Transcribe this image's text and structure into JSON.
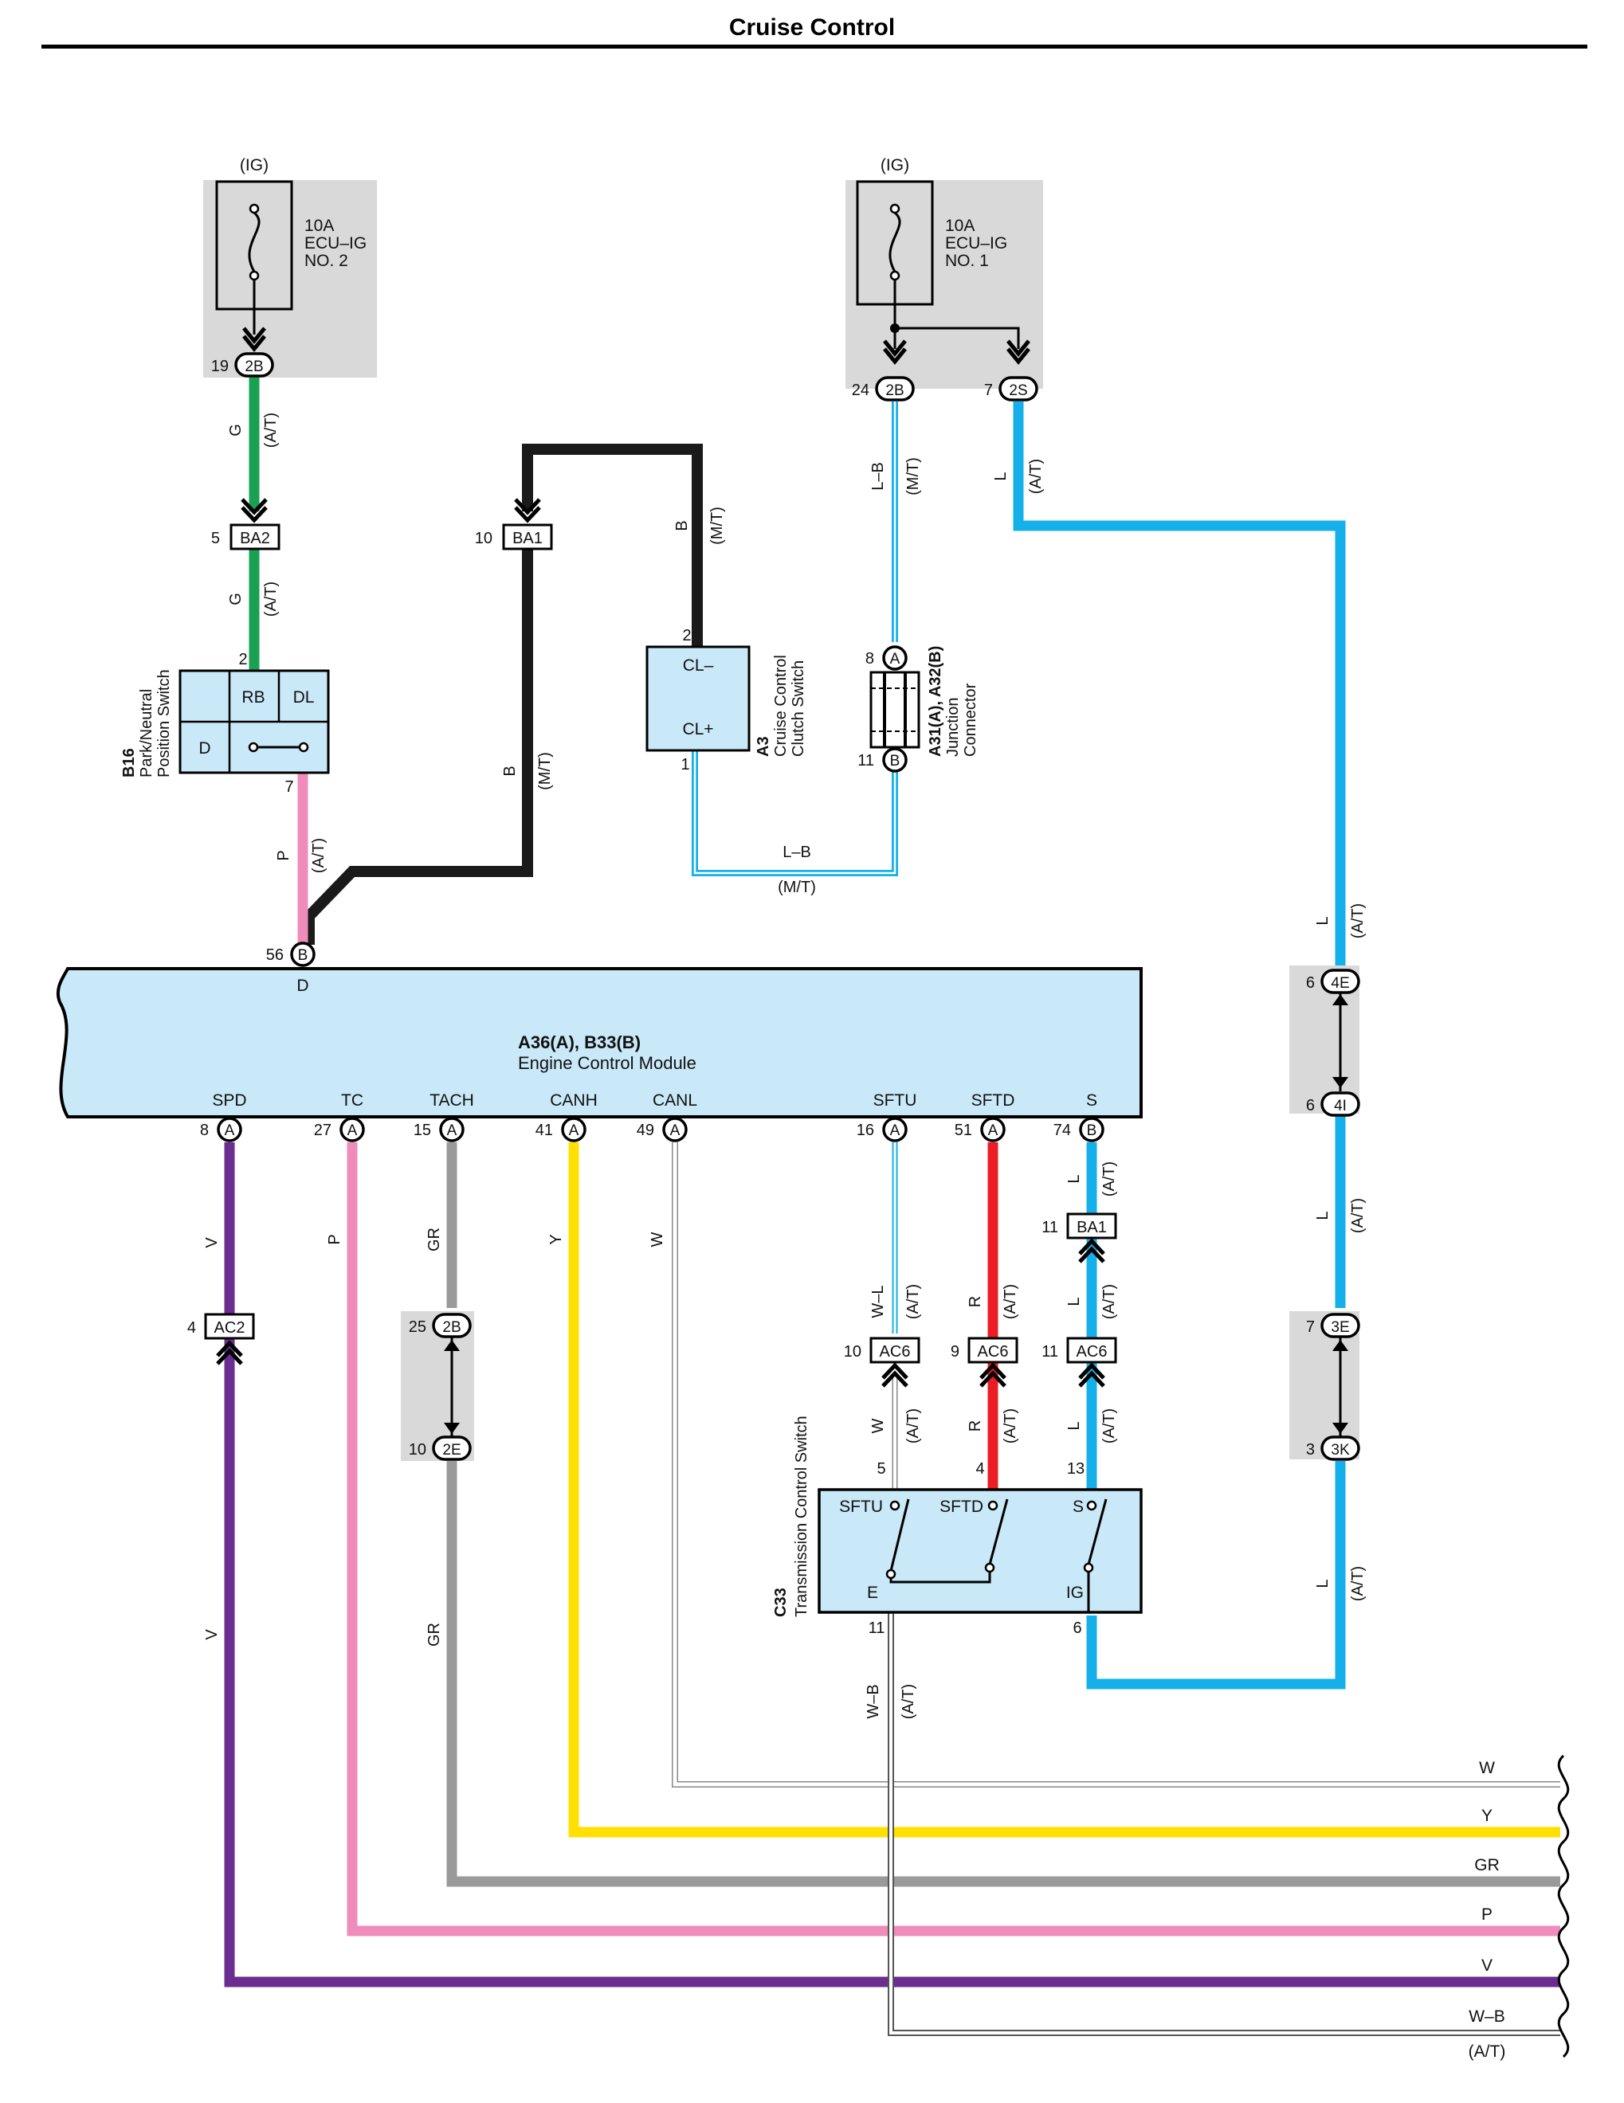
{
  "title": "Cruise Control",
  "colors": {
    "G": "#1aa052",
    "B": "#1a1a1a",
    "L": "#15b0ea",
    "L_B": "#15b0ea",
    "P": "#f08cbc",
    "V": "#6b2d8f",
    "GR": "#9a9a9a",
    "Y": "#ffe000",
    "W": "#999999",
    "R": "#ec1c24",
    "component_fill": "#c9e8f8",
    "junction_fill": "#d9d9d9"
  },
  "fuse_ig2": {
    "supply": "(IG)",
    "rating": "10A",
    "name_line1": "ECU–IG",
    "name_line2": "NO. 2",
    "pin": "19",
    "connector": "2B"
  },
  "fuse_ig1": {
    "supply": "(IG)",
    "rating": "10A",
    "name_line1": "ECU–IG",
    "name_line2": "NO. 1",
    "pin_a": "24",
    "connector_a": "2B",
    "pin_b": "7",
    "connector_b": "2S"
  },
  "connectors": {
    "ba2": {
      "pin": "5",
      "label": "BA2"
    },
    "ba1_top": {
      "pin": "10",
      "label": "BA1"
    },
    "ba1_s": {
      "pin": "11",
      "label": "BA1"
    },
    "ac2": {
      "pin": "4",
      "label": "AC2"
    },
    "ac6_w": {
      "pin": "10",
      "label": "AC6"
    },
    "ac6_r": {
      "pin": "9",
      "label": "AC6"
    },
    "ac6_l": {
      "pin": "11",
      "label": "AC6"
    }
  },
  "park_switch": {
    "code": "B16",
    "name_line1": "Park/Neutral",
    "name_line2": "Position Switch",
    "pin_top": "2",
    "pin_bottom": "7",
    "cell_rb": "RB",
    "cell_dl": "DL",
    "cell_d": "D"
  },
  "clutch_switch": {
    "code": "A3",
    "name_line1": "Cruise Control",
    "name_line2": "Clutch Switch",
    "pin_top": "2",
    "pin_bottom": "1",
    "term_top": "CL–",
    "term_bottom": "CL+"
  },
  "junction_connector": {
    "code": "A31(A), A32(B)",
    "name": "Junction",
    "name2": "Connector",
    "pin_top": "8",
    "letter_top": "A",
    "pin_bottom": "11",
    "letter_bottom": "B"
  },
  "ecm": {
    "code": "A36(A), B33(B)",
    "name": "Engine Control Module",
    "top_pin": {
      "num": "56",
      "letter": "B",
      "term": "D"
    },
    "pins": [
      {
        "term": "SPD",
        "num": "8",
        "letter": "A"
      },
      {
        "term": "TC",
        "num": "27",
        "letter": "A"
      },
      {
        "term": "TACH",
        "num": "15",
        "letter": "A"
      },
      {
        "term": "CANH",
        "num": "41",
        "letter": "A"
      },
      {
        "term": "CANL",
        "num": "49",
        "letter": "A"
      },
      {
        "term": "SFTU",
        "num": "16",
        "letter": "A"
      },
      {
        "term": "SFTD",
        "num": "51",
        "letter": "A"
      },
      {
        "term": "S",
        "num": "74",
        "letter": "B"
      }
    ]
  },
  "junctions": {
    "j4e": {
      "pin": "6",
      "label": "4E"
    },
    "j4i": {
      "pin": "6",
      "label": "4I"
    },
    "j3e": {
      "pin": "7",
      "label": "3E"
    },
    "j3k": {
      "pin": "3",
      "label": "3K"
    },
    "j2b": {
      "pin": "25",
      "label": "2B"
    },
    "j2e": {
      "pin": "10",
      "label": "2E"
    }
  },
  "tcs": {
    "code": "C33",
    "name": "Transmission Control Switch",
    "pin_sftu": "5",
    "pin_sftd": "4",
    "pin_s": "13",
    "pin_e": "11",
    "pin_ig": "6",
    "term_sftu": "SFTU",
    "term_sftd": "SFTD",
    "term_s": "S",
    "term_e": "E",
    "term_ig": "IG"
  },
  "wire_labels": {
    "g": "G",
    "b": "B",
    "l": "L",
    "lb": "L–B",
    "p": "P",
    "v": "V",
    "gr": "GR",
    "y": "Y",
    "w": "W",
    "wl": "W–L",
    "r": "R",
    "wb": "W–B",
    "at": "(A/T)",
    "mt": "(M/T)"
  },
  "right_labels": [
    "W",
    "Y",
    "GR",
    "P",
    "V",
    "W–B",
    "(A/T)"
  ]
}
